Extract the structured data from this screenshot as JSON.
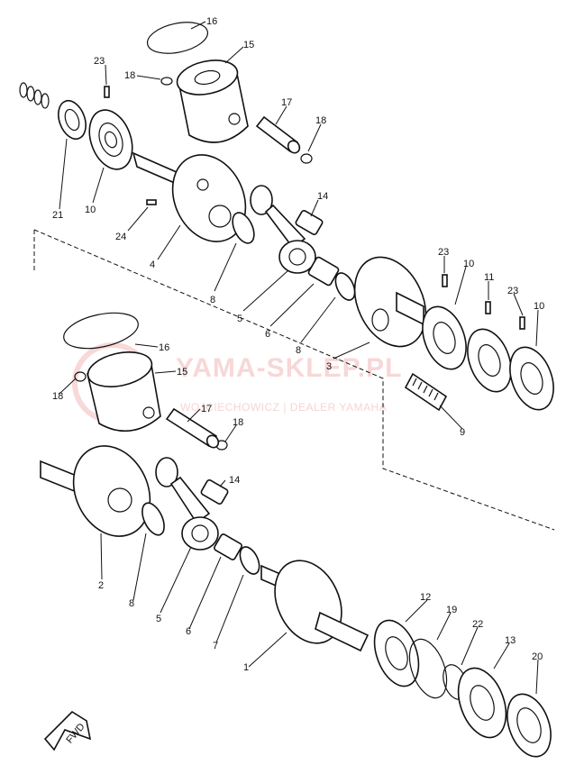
{
  "watermark": {
    "brand": "YAMA-SKLEP.PL",
    "tagline": "WOJCIECHOWICZ | DEALER YAMAHA",
    "accent": "#e89a9a"
  },
  "fwd_label": "FWD",
  "callouts": {
    "u16": "16",
    "u15": "15",
    "u23": "23",
    "u18a": "18",
    "u17": "17",
    "u18b": "18",
    "u21": "21",
    "u10": "10",
    "u24": "24",
    "u4": "4",
    "u14": "14",
    "u8a": "8",
    "u5": "5",
    "u6": "6",
    "u8b": "8",
    "u3": "3",
    "u23b": "23",
    "u10b": "10",
    "u11": "11",
    "u23c": "23",
    "u10c": "10",
    "u9": "9",
    "l16": "16",
    "l18a": "18",
    "l15": "15",
    "l17": "17",
    "l18b": "18",
    "l14": "14",
    "l2": "2",
    "l8": "8",
    "l5": "5",
    "l6": "6",
    "l7": "7",
    "l1": "1",
    "l12": "12",
    "l19": "19",
    "l22": "22",
    "l13": "13",
    "l20": "20"
  }
}
